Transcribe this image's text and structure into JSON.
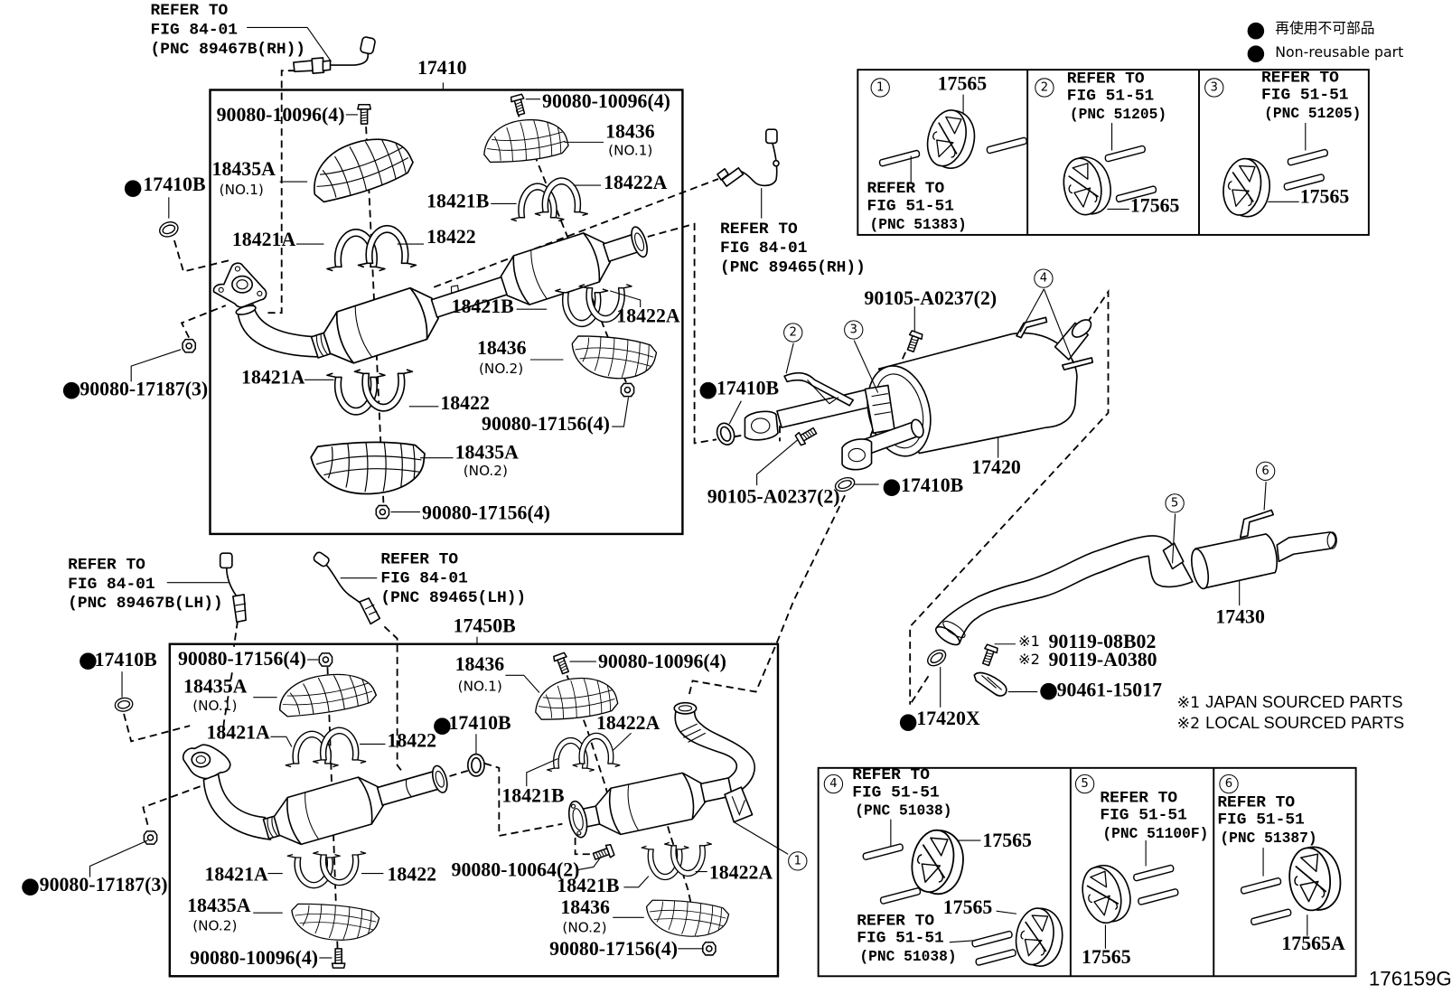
{
  "figure_id": "176159G",
  "legend": {
    "marker": "●",
    "non_reusable_ja": "再使用不可部品",
    "non_reusable_en": "Non-reusable part"
  },
  "footnotes": [
    {
      "mark": "※1",
      "text": "JAPAN SOURCED PARTS"
    },
    {
      "mark": "※2",
      "text": "LOCAL SOURCED PARTS"
    }
  ],
  "sensor_refs": [
    {
      "refer": "REFER TO",
      "fig": "FIG 84-01",
      "pnc": "(PNC 89467B(RH))"
    },
    {
      "refer": "REFER TO",
      "fig": "FIG 84-01",
      "pnc": "(PNC 89465(RH))"
    },
    {
      "refer": "REFER TO",
      "fig": "FIG 84-01",
      "pnc": "(PNC 89467B(LH))"
    },
    {
      "refer": "REFER TO",
      "fig": "FIG 84-01",
      "pnc": "(PNC 89465(LH))"
    }
  ],
  "rh_front_pipe": {
    "assembly_no": "17410",
    "callouts": [
      {
        "part": "90080-10096(4)"
      },
      {
        "part": "90080-10096(4)"
      },
      {
        "part": "18436",
        "sub": "(NO.1)"
      },
      {
        "part": "18435A",
        "sub": "(NO.1)"
      },
      {
        "part": "18422A"
      },
      {
        "part": "18421B"
      },
      {
        "part": "18421A"
      },
      {
        "part": "18422"
      },
      {
        "part": "18421B"
      },
      {
        "part": "18422A"
      },
      {
        "part": "18436",
        "sub": "(NO.2)"
      },
      {
        "part": "18421A"
      },
      {
        "part": "18422"
      },
      {
        "part": "90080-17156(4)"
      },
      {
        "part": "18435A",
        "sub": "(NO.2)"
      },
      {
        "part": "90080-17156(4)"
      }
    ],
    "related": [
      {
        "part": "17410B",
        "non_reusable": true
      },
      {
        "part": "90080-17187(3)",
        "non_reusable": true
      }
    ]
  },
  "center_muffler": {
    "assembly_no": "17420",
    "callouts": [
      {
        "part": "90105-A0237(2)"
      },
      {
        "part": "17410B",
        "non_reusable": true
      },
      {
        "part": "90105-A0237(2)"
      },
      {
        "part": "17410B",
        "non_reusable": true
      }
    ],
    "hanger_refs": [
      "2",
      "3",
      "4"
    ]
  },
  "tail_pipe": {
    "assembly_no": "17430",
    "callouts": [
      {
        "mark": "※1",
        "part": "90119-08B02"
      },
      {
        "mark": "※2",
        "part": "90119-A0380"
      },
      {
        "part": "90461-15017",
        "non_reusable": true
      },
      {
        "part": "17420X",
        "non_reusable": true
      }
    ],
    "hanger_refs": [
      "5",
      "6"
    ]
  },
  "lh_front_pipe": {
    "assembly_no": "17450B",
    "callouts": [
      {
        "part": "90080-17156(4)"
      },
      {
        "part": "18436",
        "sub": "(NO.1)"
      },
      {
        "part": "90080-10096(4)"
      },
      {
        "part": "18435A",
        "sub": "(NO.1)"
      },
      {
        "part": "18421A"
      },
      {
        "part": "18422"
      },
      {
        "part": "17410B",
        "non_reusable": true
      },
      {
        "part": "18422A"
      },
      {
        "part": "18421B"
      },
      {
        "part": "18421A"
      },
      {
        "part": "18422"
      },
      {
        "part": "90080-10064(2)"
      },
      {
        "part": "18421B"
      },
      {
        "part": "18422A"
      },
      {
        "part": "18435A",
        "sub": "(NO.2)"
      },
      {
        "part": "18436",
        "sub": "(NO.2)"
      },
      {
        "part": "90080-10096(4)"
      },
      {
        "part": "90080-17156(4)"
      },
      {
        "part": "17410B",
        "non_reusable": true
      },
      {
        "part": "90080-17187(3)",
        "non_reusable": true
      }
    ],
    "hanger_ref": "1"
  },
  "hanger_details": [
    {
      "ref": "1",
      "parts": [
        "17565"
      ],
      "refs": [
        {
          "refer": "REFER TO",
          "fig": "FIG 51-51",
          "pnc": "(PNC 51383)"
        }
      ]
    },
    {
      "ref": "2",
      "parts": [
        "17565"
      ],
      "refs": [
        {
          "refer": "REFER TO",
          "fig": "FIG 51-51",
          "pnc": "(PNC 51205)"
        }
      ]
    },
    {
      "ref": "3",
      "parts": [
        "17565"
      ],
      "refs": [
        {
          "refer": "REFER TO",
          "fig": "FIG 51-51",
          "pnc": "(PNC 51205)"
        }
      ]
    },
    {
      "ref": "4",
      "parts": [
        "17565",
        "17565"
      ],
      "refs": [
        {
          "refer": "REFER TO",
          "fig": "FIG 51-51",
          "pnc": "(PNC 51038)"
        },
        {
          "refer": "REFER TO",
          "fig": "FIG 51-51",
          "pnc": "(PNC 51038)"
        }
      ]
    },
    {
      "ref": "5",
      "parts": [
        "17565"
      ],
      "refs": [
        {
          "refer": "REFER TO",
          "fig": "FIG 51-51",
          "pnc": "(PNC 51100F)"
        }
      ]
    },
    {
      "ref": "6",
      "parts": [
        "17565A"
      ],
      "refs": [
        {
          "refer": "REFER TO",
          "fig": "FIG 51-51",
          "pnc": "(PNC 51387)"
        }
      ]
    }
  ]
}
